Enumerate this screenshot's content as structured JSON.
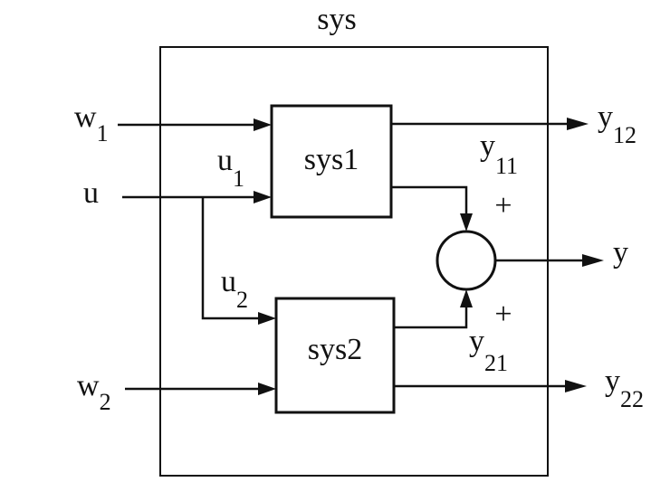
{
  "diagram": {
    "system_label": "sys",
    "blocks": {
      "sys1": "sys1",
      "sys2": "sys2"
    },
    "inputs": {
      "w1": {
        "base": "w",
        "sub": "1"
      },
      "u": {
        "base": "u"
      },
      "w2": {
        "base": "w",
        "sub": "2"
      }
    },
    "internal": {
      "u1": {
        "base": "u",
        "sub": "1"
      },
      "u2": {
        "base": "u",
        "sub": "2"
      },
      "y11": {
        "base": "y",
        "sub": "11"
      },
      "y21": {
        "base": "y",
        "sub": "21"
      }
    },
    "outputs": {
      "y12": {
        "base": "y",
        "sub": "12"
      },
      "y": {
        "base": "y"
      },
      "y22": {
        "base": "y",
        "sub": "22"
      }
    },
    "summing_signs": [
      "+",
      "+"
    ]
  }
}
